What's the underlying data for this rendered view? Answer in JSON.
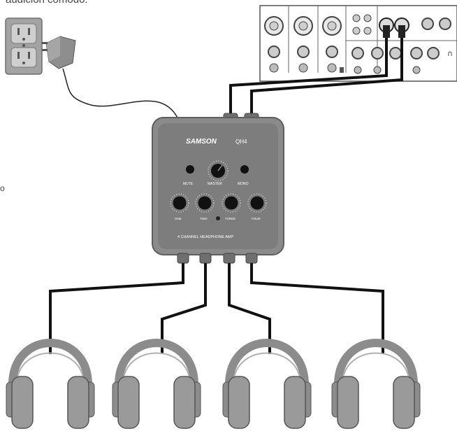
{
  "caption_fragment": "audición cómodo.",
  "side_mark": "o",
  "device": {
    "brand": "SAMSON",
    "model": "QH4",
    "mute_label": "MUTE",
    "master_label": "MASTER",
    "mono_label": "MONO",
    "channel_labels": [
      "ONE",
      "TWO",
      "THREE",
      "FOUR"
    ],
    "footer_label": "4 CHANNEL HEADPHONE AMP"
  },
  "colors": {
    "device_body": "#8a8a8a",
    "device_panel": "#7b7b7b",
    "cable": "#111111",
    "headphone": "#8c8c8c",
    "outlet": "#9a9a9a"
  }
}
